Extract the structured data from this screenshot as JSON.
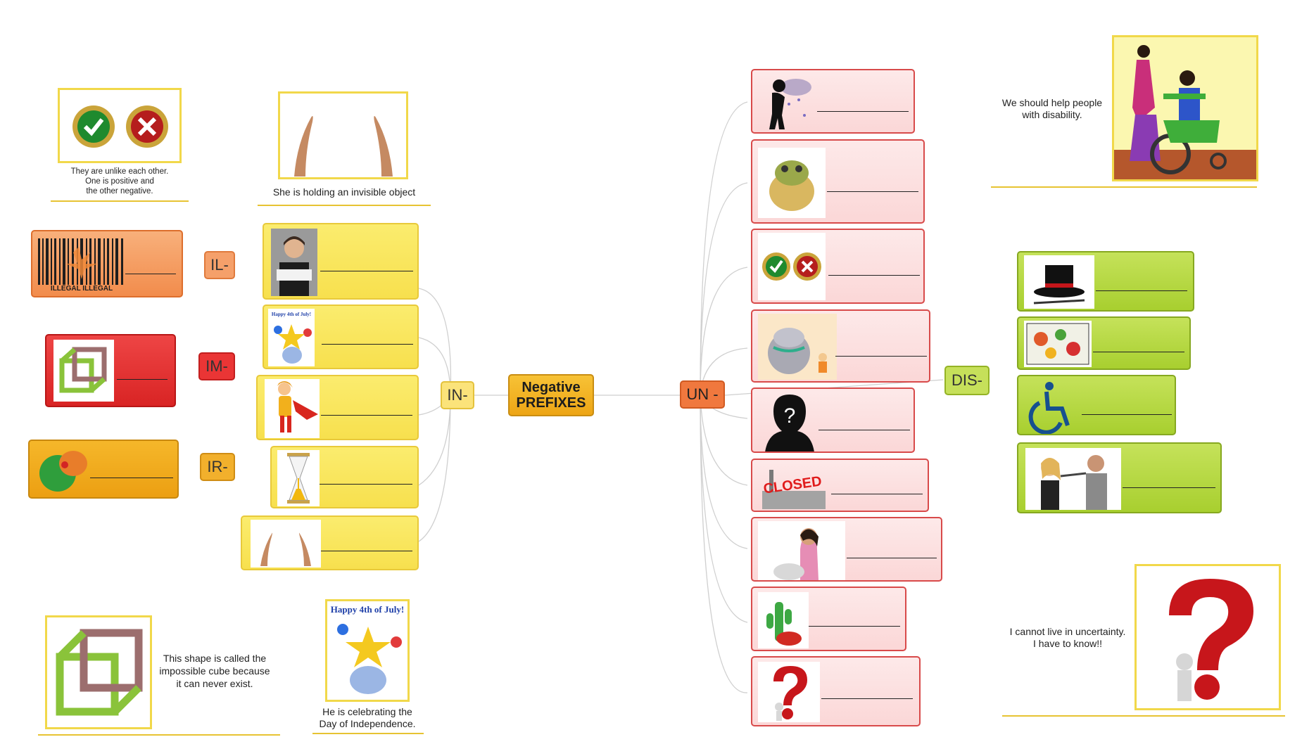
{
  "center": {
    "line1": "Negative",
    "line2": "PREFIXES"
  },
  "branches": {
    "in": "IN-",
    "un": "UN -",
    "dis": "DIS-"
  },
  "sub_prefixes": {
    "il": "IL-",
    "im": "IM-",
    "ir": "IR-"
  },
  "examples": {
    "unlike": {
      "line1": "They are unlike each other.",
      "line2": "One is positive and",
      "line3": "the other negative."
    },
    "invisible": {
      "line1": "She is holding an invisible object"
    },
    "disability": {
      "line1": "We should help people",
      "line2": "with disability."
    },
    "impossible": {
      "line1": "This shape is called the",
      "line2": "impossible cube because",
      "line3": "it can never exist."
    },
    "independence": {
      "line1": "He is celebrating the",
      "line2": "Day of Independence."
    },
    "uncertainty": {
      "line1": "I cannot live in uncertainty.",
      "line2": "I have to know!!"
    }
  },
  "picture_text": {
    "july_small": "Happy 4th of July!",
    "july_large": "Happy 4th of July!",
    "closed": "CLOSED",
    "illegal": "ILLEGAL ILLEGAL"
  },
  "colors": {
    "in_yellow": "#f7e04e",
    "un_pink": "#fbd7d7",
    "dis_green": "#a8cf2f",
    "center_orange": "#eda515",
    "un_tag": "#f0783e"
  },
  "icons": [
    "check-mark-icon",
    "cross-mark-icon",
    "question-mark-icon",
    "wheelchair-icon",
    "top-hat-icon",
    "impossible-cube-icon",
    "hourglass-icon",
    "barcode-icon"
  ]
}
